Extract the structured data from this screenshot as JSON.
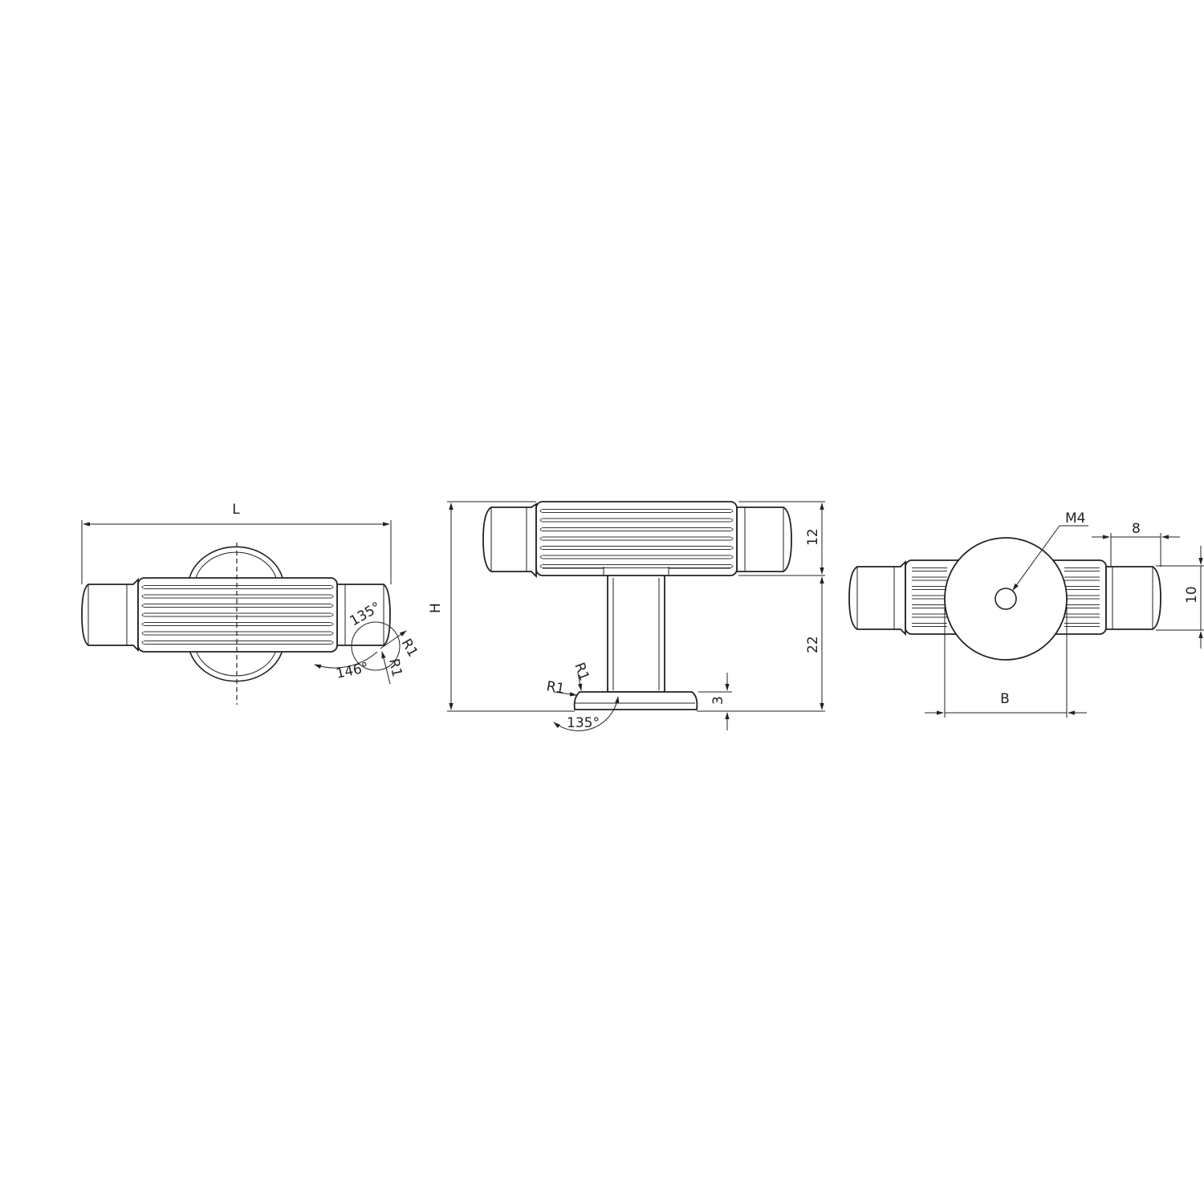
{
  "views": {
    "top": {
      "length_label": "L",
      "angle_a": "135°",
      "angle_b": "146°",
      "radius_a": "R1",
      "radius_b": "R1"
    },
    "front": {
      "height_label": "H",
      "grip_dim": "12",
      "stem_dim": "22",
      "base_dim": "3",
      "radius_a": "R1",
      "radius_b": "R1",
      "angle": "135°"
    },
    "bottom": {
      "thread_label": "M4",
      "end_length": "8",
      "end_diameter": "10",
      "base_label": "B"
    }
  }
}
